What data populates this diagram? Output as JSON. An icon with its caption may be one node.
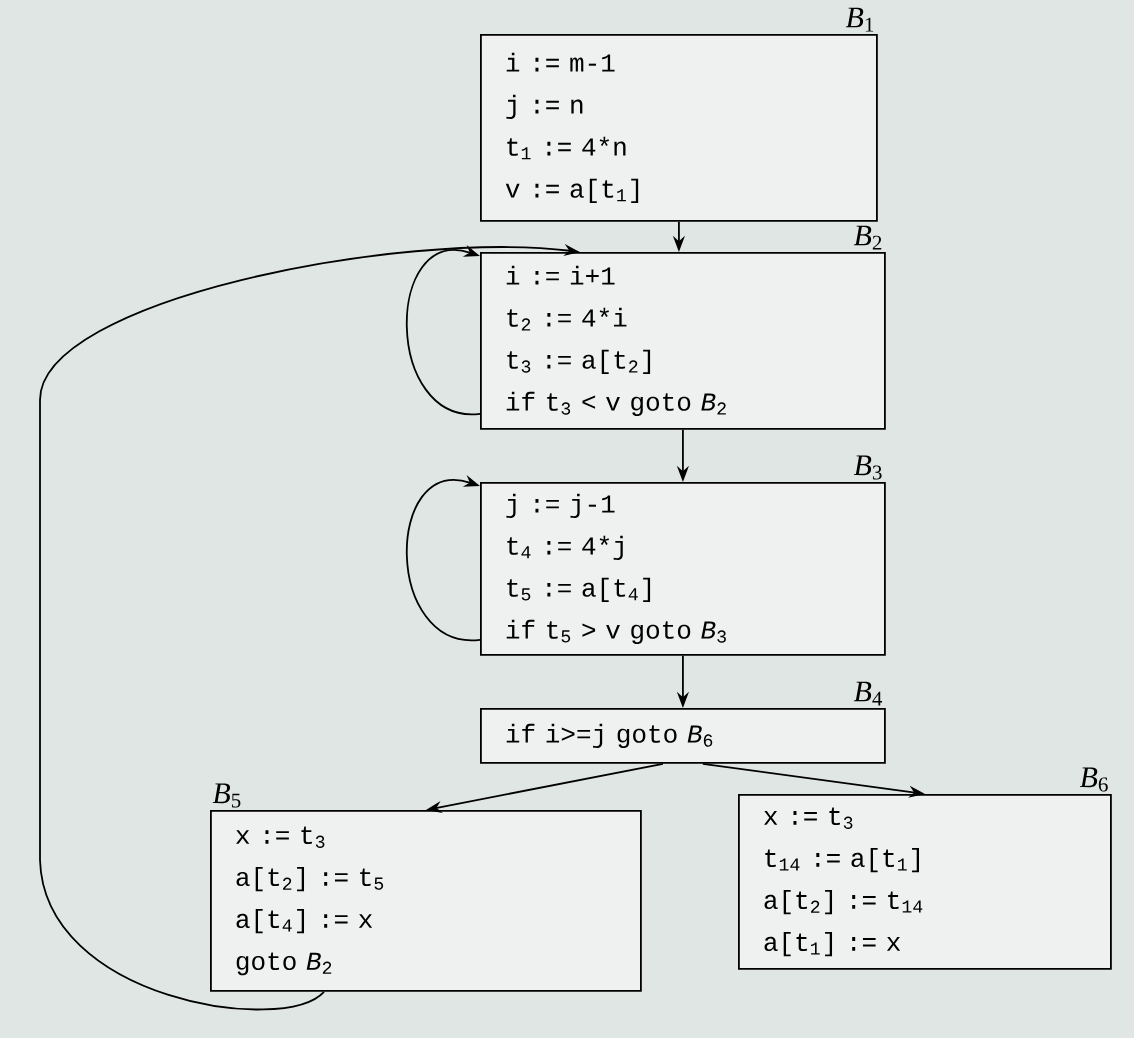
{
  "diagram": {
    "nodes": [
      {
        "text": [
          "*B*$_{1}$",
          "i := m-1",
          "j := n",
          "t$_{1}$ := 4*n",
          "v := a[t$_{1}$]"
        ]
      },
      {
        "text": [
          "*B*$_{2}$",
          "i := i+1",
          "t$_{2}$ := 4*i",
          "t$_{3}$ := a[t$_{2}$]",
          "if t$_{3}$ < v goto *B*$_{2}$"
        ]
      },
      {
        "text": [
          "*B*$_{3}$",
          "j := j-1",
          "t$_{4}$ := 4*j",
          "t$_{5}$ := a[t$_{4}$]",
          "if t$_{5}$ > v goto *B*$_{3}$"
        ]
      },
      {
        "text": [
          "*B*$_{4}$",
          "if i>=j goto *B*$_{6}$"
        ]
      },
      {
        "text": [
          "*B*$_{5}$",
          "x := t$_{3}$",
          "a[t$_{2}$] := t$_{5}$",
          "a[t$_{4}$] := x",
          "goto *B*$_{2}$"
        ]
      },
      {
        "text": [
          "*B*$_{6}$",
          "x := t$_{3}$",
          "t$_{14}$ := a[t$_{1}$]",
          "a[t$_{2}$] := t$_{14}$",
          "a[t$_{1}$] := x"
        ]
      }
    ],
    "edges": [
      {
        "from": 0,
        "to": 1,
        "arrow": "to"
      },
      {
        "from": 1,
        "to": 1,
        "arrow": "to"
      },
      {
        "from": 1,
        "to": 2,
        "arrow": "to"
      },
      {
        "from": 2,
        "to": 2,
        "arrow": "to"
      },
      {
        "from": 2,
        "to": 3,
        "arrow": "to"
      },
      {
        "from": 3,
        "to": 4,
        "arrow": "to"
      },
      {
        "from": 3,
        "to": 5,
        "arrow": "to"
      },
      {
        "from": 4,
        "to": 1,
        "arrow": "to"
      }
    ]
  }
}
